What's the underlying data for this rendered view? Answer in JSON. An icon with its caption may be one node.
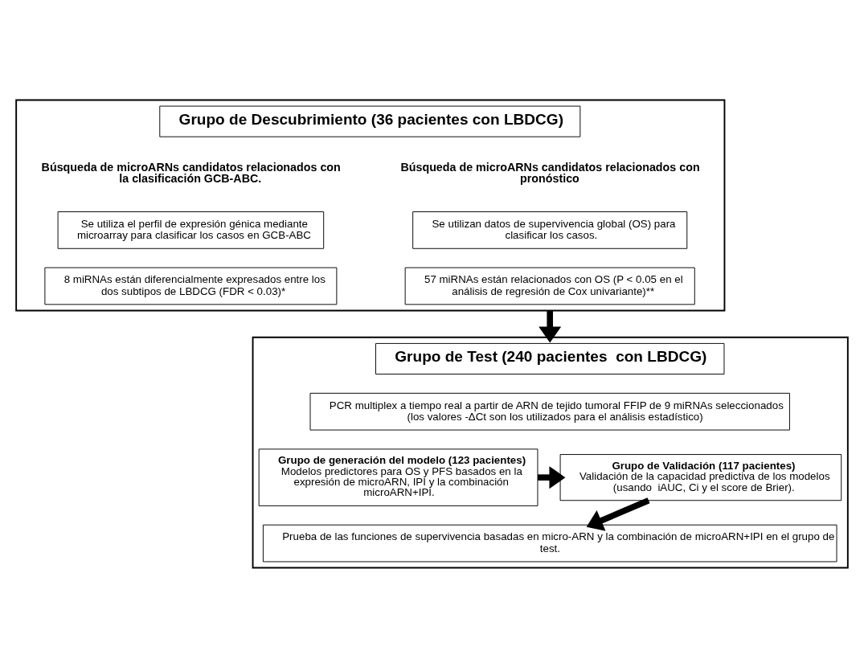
{
  "diagram": {
    "nodes": [
      {
        "text": [],
        "shape": "box"
      },
      {
        "text": [
          "Grupo de Descubrimiento (36 pacientes con LBDCG)"
        ],
        "in": 0
      },
      {
        "text": [
          "Se utiliza el perfil de expresión génica mediante microarray para clasificar los casos en GCB-ABC"
        ],
        "in": 0
      },
      {
        "text": [
          "Se utilizan datos de supervivencia global (OS) para clasificar los casos."
        ],
        "in": 0
      },
      {
        "text": [
          "8 miRNAs están diferencialmente expresados entre los dos subtipos de LBDCG (FDR < 0.03)*"
        ],
        "in": 0
      },
      {
        "text": [
          "57 miRNAs están relacionados con OS (P < 0.05 en el análisis de regresión de Cox univariante)**"
        ],
        "in": 0
      },
      {
        "text": [],
        "shape": "box"
      },
      {
        "text": [
          "Grupo de Test (240 pacientes  con LBDCG)"
        ],
        "in": 6
      },
      {
        "text": [
          "PCR multiplex a tiempo real a partir de ARN de tejido tumoral FFIP de 9 miRNAs seleccionados (los valores -ΔCt son los utilizados para el análisis estadístico)"
        ],
        "in": 6
      },
      {
        "text": [
          "Grupo de generación del modelo (123 pacientes)",
          "Modelos predictores para OS y PFS basados en la expresión de microARN, IPI y la combinación microARN+IPI."
        ],
        "in": 6
      },
      {
        "text": [
          "Grupo de Validación (117 pacientes)",
          "Validación de la capacidad predictiva de los modelos (usando  iAUC, Ci y el score de Brier)."
        ],
        "in": 6
      },
      {
        "text": [
          "Prueba de las funciones de supervivencia basadas en micro-ARN y la combinación de microARN+IPI en el grupo de test."
        ],
        "in": 6
      }
    ],
    "edges": [
      {
        "from": 0,
        "to": 6,
        "arrow": "to"
      },
      {
        "from": 9,
        "to": 10,
        "arrow": "to"
      },
      {
        "from": 10,
        "to": 11,
        "arrow": "to"
      }
    ],
    "labels": [
      "Búsqueda de microARNs candidatos relacionados con la clasificación GCB-ABC.",
      "Búsqueda de microARNs candidatos relacionados con pronóstico"
    ]
  }
}
